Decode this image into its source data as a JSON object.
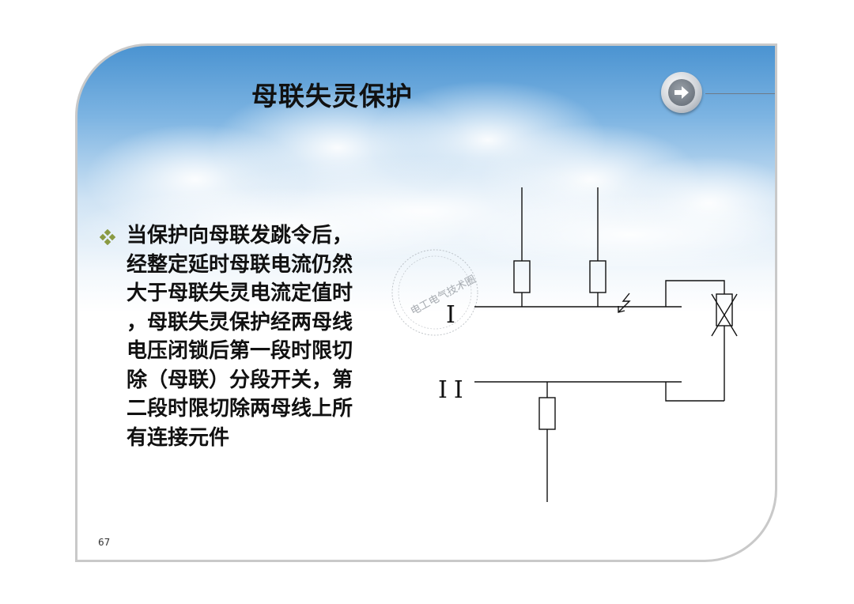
{
  "slide": {
    "title": "母联失灵保护",
    "bullet_text": "当保护向母联发跳令后，\n经整定延时母联电流仍然\n大于母联失灵电流定值时\n，母联失灵保护经两母线\n电压闭锁后第一段时限切\n除（母联）分段开关，第\n二段时限切除两母线上所\n有连接元件",
    "page_number": "67"
  },
  "diagram": {
    "bus_labels": [
      "I",
      "II"
    ]
  },
  "watermark": {
    "text": "电工电气技术圈"
  },
  "icons": {
    "bullet": "diamond-bullet-icon",
    "nav": "arrow-right-icon"
  },
  "colors": {
    "sky": "#4a93d1",
    "bullet": "#7a8a3a"
  }
}
